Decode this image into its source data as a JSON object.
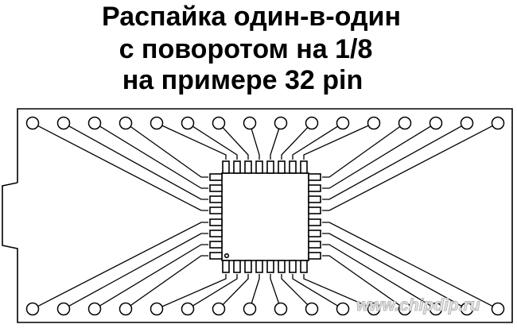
{
  "title": {
    "line1": "Распайка один-в-один",
    "line2": "с поворотом на 1/8",
    "line3": "на примере 32 pin"
  },
  "watermark": "www.chipdip.ru",
  "diagram": {
    "description": "32-pin QFP chip wired one-to-one to a 2x16 DIP-style pad footprint with 1/8 rotation",
    "pin_count": 32,
    "pads_per_row": 16,
    "rows": [
      "top",
      "bottom"
    ],
    "chip_pins_per_side": 8,
    "colors": {
      "line": "#000000",
      "background": "#ffffff"
    }
  }
}
